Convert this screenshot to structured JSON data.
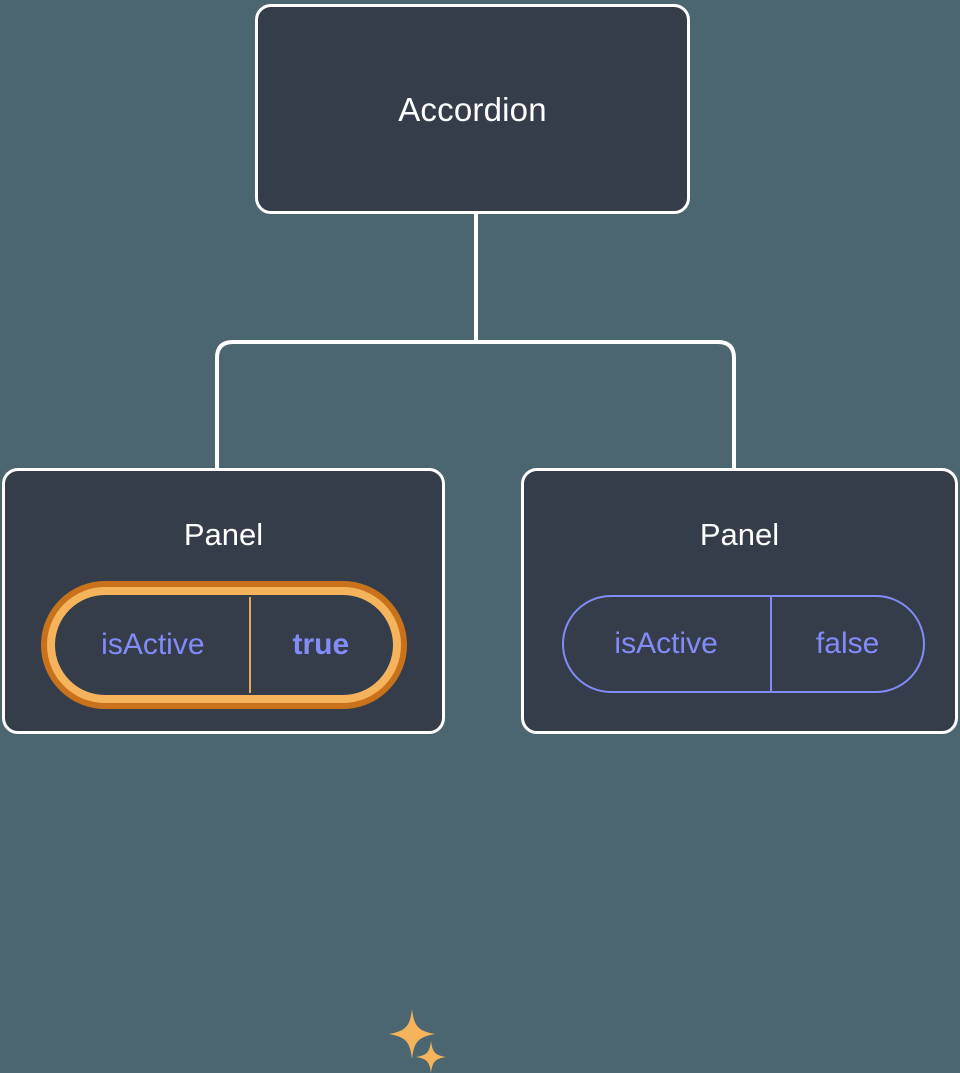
{
  "theme": {
    "page_background": "#4B6670",
    "node_fill": "#353D4B",
    "node_border": "#FFFFFF",
    "connector": "#FFFFFF",
    "prop_text": "#818CF8",
    "highlight_outer": "#C8731C",
    "highlight_inner": "#F5B45C",
    "highlight_divider": "#E8A857",
    "sparkle": "#F5B45C"
  },
  "tree": {
    "root": {
      "title": "Accordion"
    },
    "children": [
      {
        "title": "Panel",
        "highlighted": true,
        "prop": {
          "key": "isActive",
          "value": "true"
        },
        "sparkle_large_name": "sparkle-large-icon",
        "sparkle_small_name": "sparkle-small-icon"
      },
      {
        "title": "Panel",
        "highlighted": false,
        "prop": {
          "key": "isActive",
          "value": "false"
        }
      }
    ]
  }
}
